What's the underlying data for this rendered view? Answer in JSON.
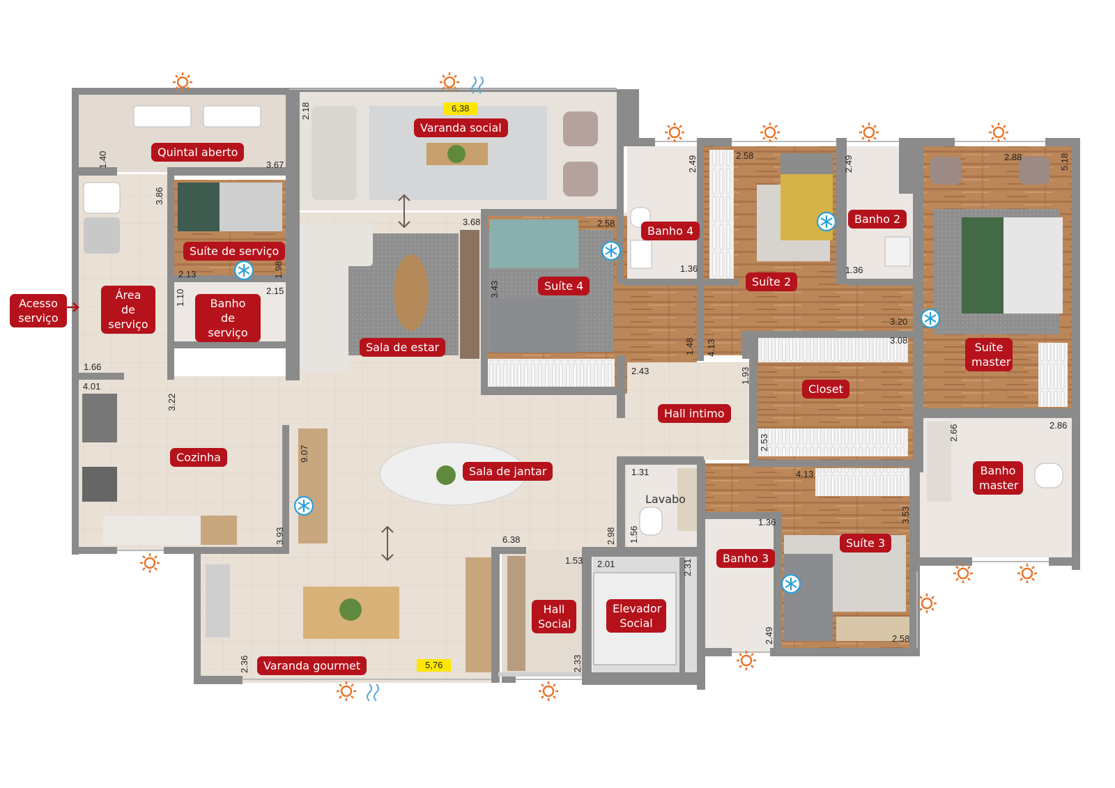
{
  "colors": {
    "label_bg": "#b5121b",
    "wall": "#8a8a8a",
    "floor_tile": "#e8ddd3",
    "wood": "#b98358",
    "sun_icon": "#e8742a",
    "snow_icon": "#2a9fd8",
    "highlight": "#ffe600"
  },
  "rooms": {
    "quintal_aberto": "Quintal aberto",
    "varanda_social": "Varanda social",
    "area_servico_1": "Área de",
    "area_servico_2": "serviço",
    "suite_servico": "Suíte de serviço",
    "banho_servico_1": "Banho",
    "banho_servico_2": "de serviço",
    "sala_estar": "Sala de estar",
    "suite_4": "Suíte 4",
    "banho_4": "Banho 4",
    "suite_2": "Suíte 2",
    "banho_2": "Banho 2",
    "suite_master_1": "Suíte",
    "suite_master_2": "master",
    "closet": "Closet",
    "hall_intimo": "Hall intimo",
    "cozinha": "Cozinha",
    "sala_jantar": "Sala de jantar",
    "lavabo": "Lavabo",
    "banho_master_1": "Banho",
    "banho_master_2": "master",
    "banho_3": "Banho 3",
    "suite_3": "Suíte 3",
    "hall_social_1": "Hall",
    "hall_social_2": "Social",
    "elevador_1": "Elevador",
    "elevador_2": "Social",
    "varanda_gourmet": "Varanda gourmet",
    "acesso_1": "Acesso",
    "acesso_2": "serviço"
  },
  "dimensions": {
    "d_638_top": "6,38",
    "d_218": "2.18",
    "d_140": "1.40",
    "d_367": "3.67",
    "d_386": "3.86",
    "d_368": "3.68",
    "d_258_s4": "2.58",
    "d_249_b4": "2.49",
    "d_258_s2": "2.58",
    "d_249_b2": "2.49",
    "d_288": "2.88",
    "d_518": "5.18",
    "d_213": "2.13",
    "d_198": "1.98",
    "d_215": "2.15",
    "d_110": "1.10",
    "d_136_b4": "1.36",
    "d_136_b2": "1.36",
    "d_343": "3.43",
    "d_320": "3.20",
    "d_308": "3.08",
    "d_166": "1.66",
    "d_148": "1.48",
    "d_413_s2": "4.13",
    "d_243": "2.43",
    "d_193": "1.93",
    "d_401": "4.01",
    "d_322": "3.22",
    "d_266": "2.66",
    "d_286": "2.86",
    "d_253": "2.53",
    "d_907": "9.07",
    "d_131": "1.31",
    "d_413_cl": "4.13",
    "d_353": "3.53",
    "d_136_b3": "1.36",
    "d_393": "3.93",
    "d_638_mid": "6.38",
    "d_298": "2.98",
    "d_156": "1.56",
    "d_153": "1.53",
    "d_201": "2.01",
    "d_231": "2.31",
    "d_249_b3": "2.49",
    "d_258_s3": "2.58",
    "d_233": "2.33",
    "d_236": "2.36",
    "d_576": "5,76"
  },
  "icons": [
    "sun-icon",
    "snowflake-icon",
    "wind-icon",
    "arrow-icon",
    "double-arrow-icon"
  ]
}
